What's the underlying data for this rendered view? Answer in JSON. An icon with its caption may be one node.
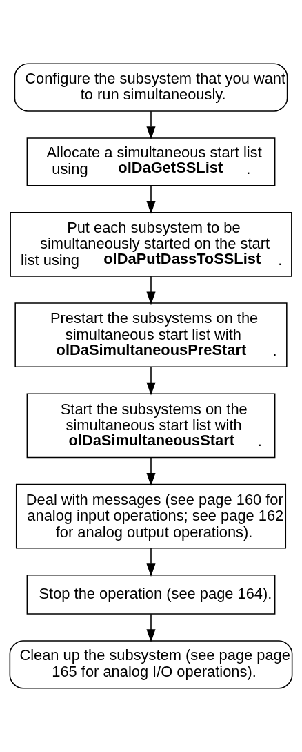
{
  "diagram": {
    "nodes": [
      {
        "text": [
          "Configure the subsystem that you want to run simultaneously."
        ]
      },
      {
        "text": [
          "Allocate a simultaneous start list using **olDaGetSSList**."
        ]
      },
      {
        "text": [
          "Put each subsystem to be simultaneously started on the start list using **olDaPutDassToSSList**."
        ]
      },
      {
        "text": [
          "Prestart the subsystems on the simultaneous start list with **olDaSimultaneousPreStart**."
        ]
      },
      {
        "text": [
          "Start the subsystems on the simultaneous start list with **olDaSimultaneousStart**."
        ]
      },
      {
        "text": [
          "Deal with messages (see page 160 for analog input operations; see page 162 for analog output operations)."
        ]
      },
      {
        "text": [
          "Stop the operation (see page 164)."
        ]
      },
      {
        "text": [
          "Clean up the subsystem (see page page 165 for analog I/O operations)."
        ]
      }
    ],
    "edges": [
      {
        "from": 0,
        "to": 1,
        "arrow": "to"
      },
      {
        "from": 1,
        "to": 2,
        "arrow": "to"
      },
      {
        "from": 2,
        "to": 3,
        "arrow": "to"
      },
      {
        "from": 3,
        "to": 4,
        "arrow": "to"
      },
      {
        "from": 4,
        "to": 5,
        "arrow": "to"
      },
      {
        "from": 5,
        "to": 6,
        "arrow": "to"
      },
      {
        "from": 6,
        "to": 7,
        "arrow": "to"
      }
    ]
  }
}
